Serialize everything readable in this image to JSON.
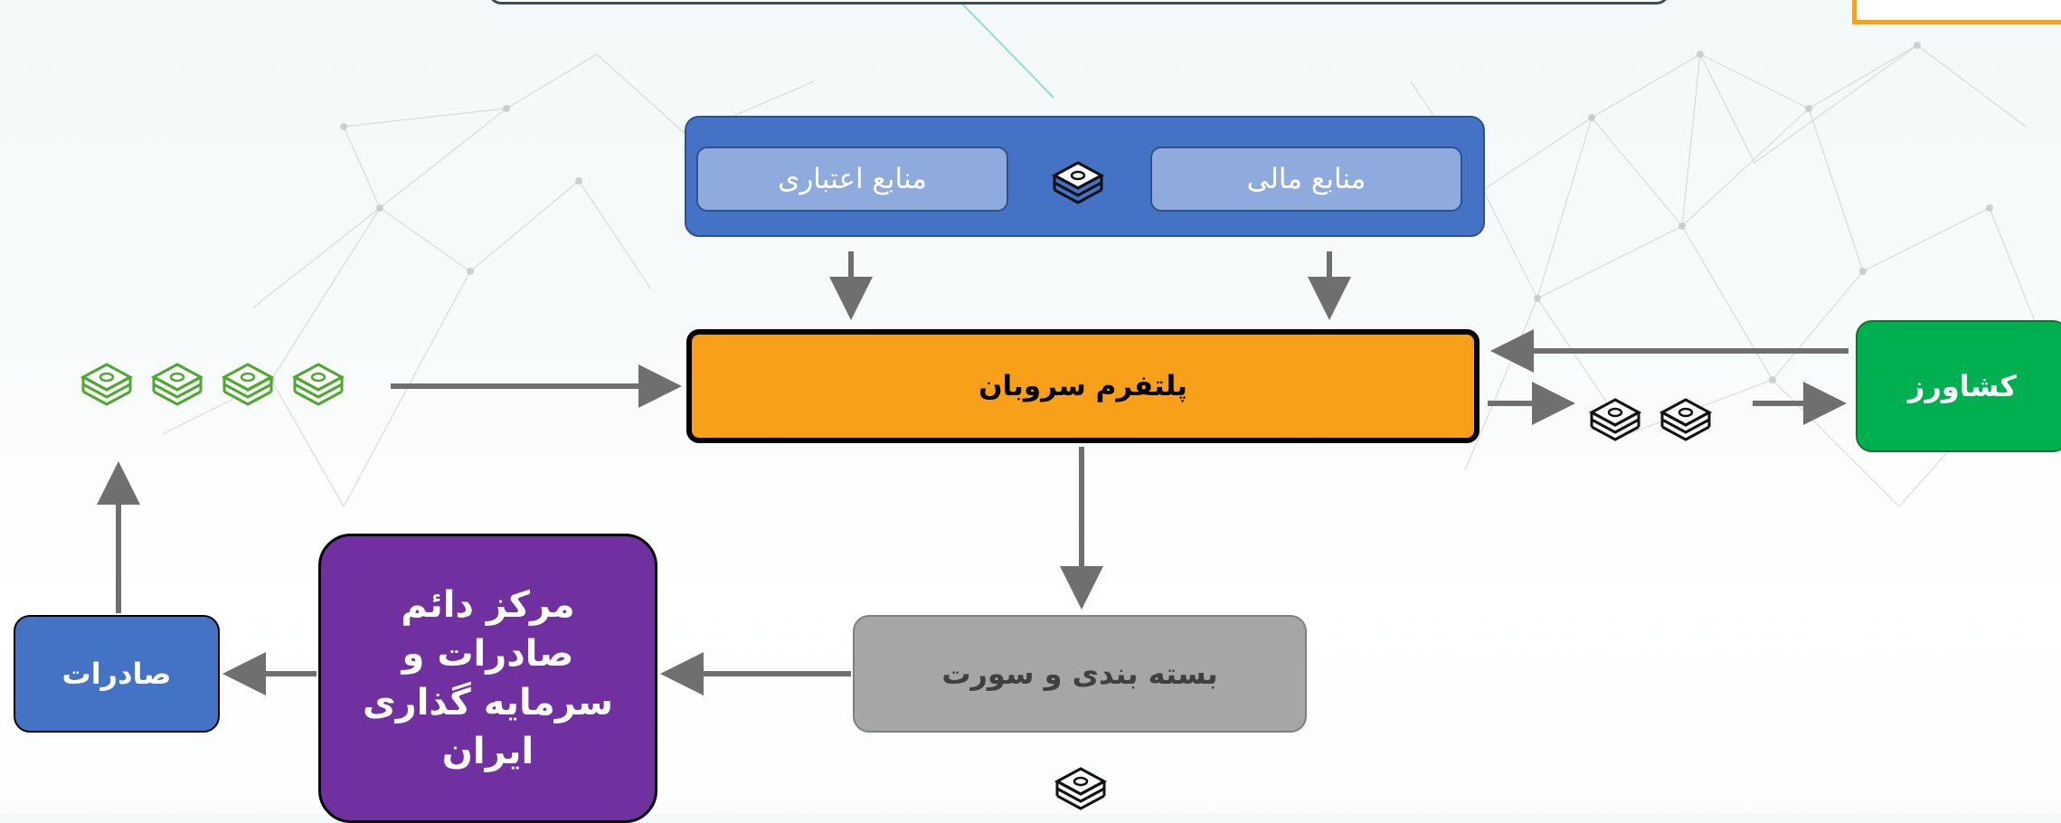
{
  "finance": {
    "financial_resources": "منابع مالی",
    "credit_resources": "منابع اعتباری"
  },
  "platform": {
    "label": "پلتفرم سروبان"
  },
  "farmer": {
    "label": "کشاورز"
  },
  "packaging": {
    "label": "بسته بندی و سورت"
  },
  "export_center": {
    "label": "مرکز دائم صادرات و سرمایه گذاری ایران"
  },
  "exports": {
    "label": "صادرات"
  },
  "colors": {
    "platform": "#f9a01b",
    "farmer": "#00b050",
    "export_center": "#7030a0",
    "exports": "#4472c4",
    "finance_panel": "#4472c4",
    "finance_item": "#8faadc",
    "packaging": "#a6a6a6",
    "arrow": "#6f6f6f",
    "money_green": "#4ea72e",
    "money_dark": "#111111"
  },
  "icons": [
    "money-stack-icon"
  ]
}
